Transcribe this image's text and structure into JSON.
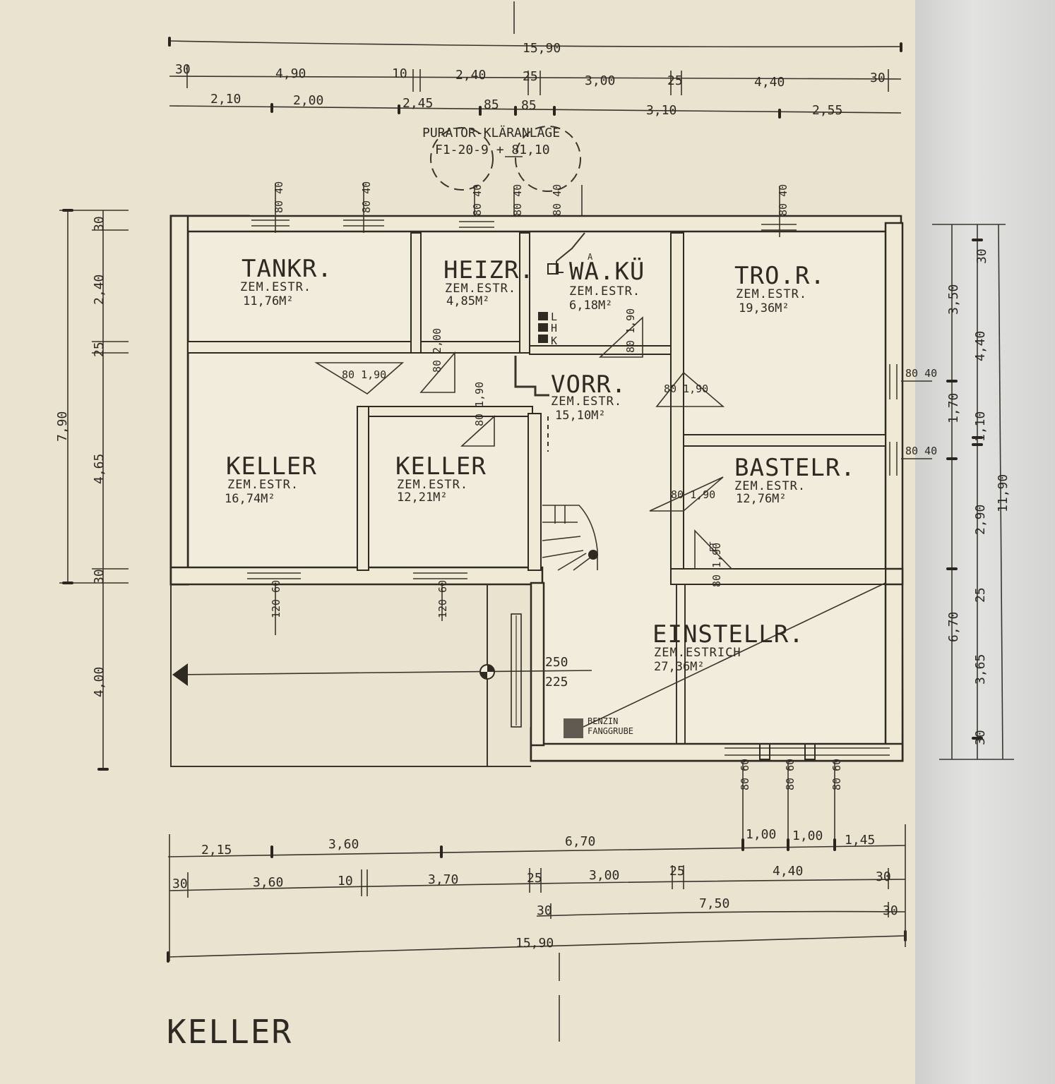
{
  "title": "KELLER",
  "top_label": {
    "line1": "PURATOR-KLÄRANLAGE",
    "line2": "F1-20-9 + 81,10"
  },
  "rooms": [
    {
      "name": "TANKR.",
      "floor": "ZEM.ESTR.",
      "area": "11,76M²"
    },
    {
      "name": "HEIZR.",
      "floor": "ZEM.ESTR.",
      "area": "4,85M²"
    },
    {
      "name": "WA.KÜ",
      "floor": "ZEM.ESTR.",
      "area": "6,18M²"
    },
    {
      "name": "TRO.R.",
      "floor": "ZEM.ESTR.",
      "area": "19,36M²"
    },
    {
      "name": "VORR.",
      "floor": "ZEM.ESTR.",
      "area": "15,10M²"
    },
    {
      "name": "KELLER",
      "floor": "ZEM.ESTR.",
      "area": "16,74M²"
    },
    {
      "name": "KELLER",
      "floor": "ZEM.ESTR.",
      "area": "12,21M²"
    },
    {
      "name": "BASTELR.",
      "floor": "ZEM.ESTR.",
      "area": "12,76M²"
    },
    {
      "name": "EINSTELLR.",
      "floor": "ZEM.ESTRICH",
      "area": "27,36M²"
    }
  ],
  "dims": {
    "top_total": "15,90",
    "top_row1": [
      "30",
      "4,90",
      "10",
      "2,40",
      "25",
      "3,00",
      "25",
      "4,40",
      "30"
    ],
    "top_row2": [
      "2,10",
      "2,00",
      "2,45",
      "85",
      "85",
      "3,10",
      "2,55"
    ],
    "left_col": [
      "30",
      "2,40",
      "25",
      "4,65",
      "30"
    ],
    "left_total": "7,90",
    "left_lower": "4,00",
    "right_col_a": [
      "30",
      "3,50",
      "4,40",
      "1,70",
      "1,10",
      "2,90",
      "25",
      "3,65",
      "30"
    ],
    "right_inner": "6,70",
    "right_total": "11,90",
    "bottom_row1": [
      "2,15",
      "3,60",
      "6,70",
      "1,00",
      "1,00",
      "1,45"
    ],
    "bottom_row2": [
      "30",
      "3,60",
      "10",
      "3,70",
      "25",
      "3,00",
      "25",
      "4,40",
      "30"
    ],
    "bottom_row3": [
      "30",
      "7,50",
      "30"
    ],
    "bottom_total": "15,90"
  },
  "openings": {
    "top_windows": [
      "80 40",
      "80 40",
      "80 40",
      "80 40",
      "80 40",
      "80 40"
    ],
    "doors": [
      "80 1,90",
      "80 2,00",
      "80 1,90",
      "80 1,90",
      "80 1,90",
      "80 1,90",
      "80 1,90"
    ],
    "right_windows": [
      "80 40",
      "80 40"
    ],
    "bottom_windows": [
      "120 60",
      "120 60"
    ],
    "garage_windows": [
      "80 60",
      "80 60",
      "80 60"
    ],
    "stair_rise": "250",
    "stair_run": "225",
    "wk_marks": [
      "L",
      "H",
      "K",
      "A"
    ],
    "door_et": "ET",
    "benzin": "BENZIN",
    "fanggrube": "FANGGRUBE"
  }
}
